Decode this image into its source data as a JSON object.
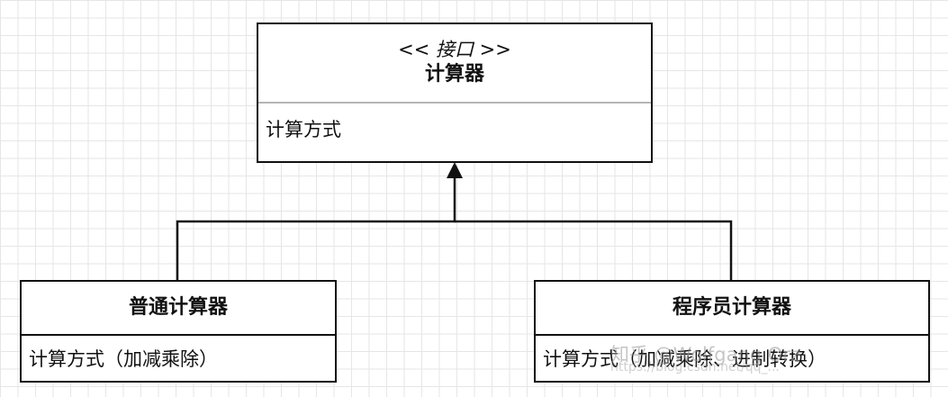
{
  "interface_box": {
    "stereotype_open": "<< ",
    "stereotype": "接口",
    "stereotype_close": " >>",
    "name": "计算器",
    "member": "计算方式"
  },
  "class_normal": {
    "name": "普通计算器",
    "member": "计算方式（加减乘除）"
  },
  "class_programmer": {
    "name": "程序员计算器",
    "member": "计算方式（加减乘除、进制转换）"
  },
  "watermark": {
    "text": "知乎 @Wolfgang Orz",
    "url": "https://blog.csdn.net/qq_..."
  }
}
